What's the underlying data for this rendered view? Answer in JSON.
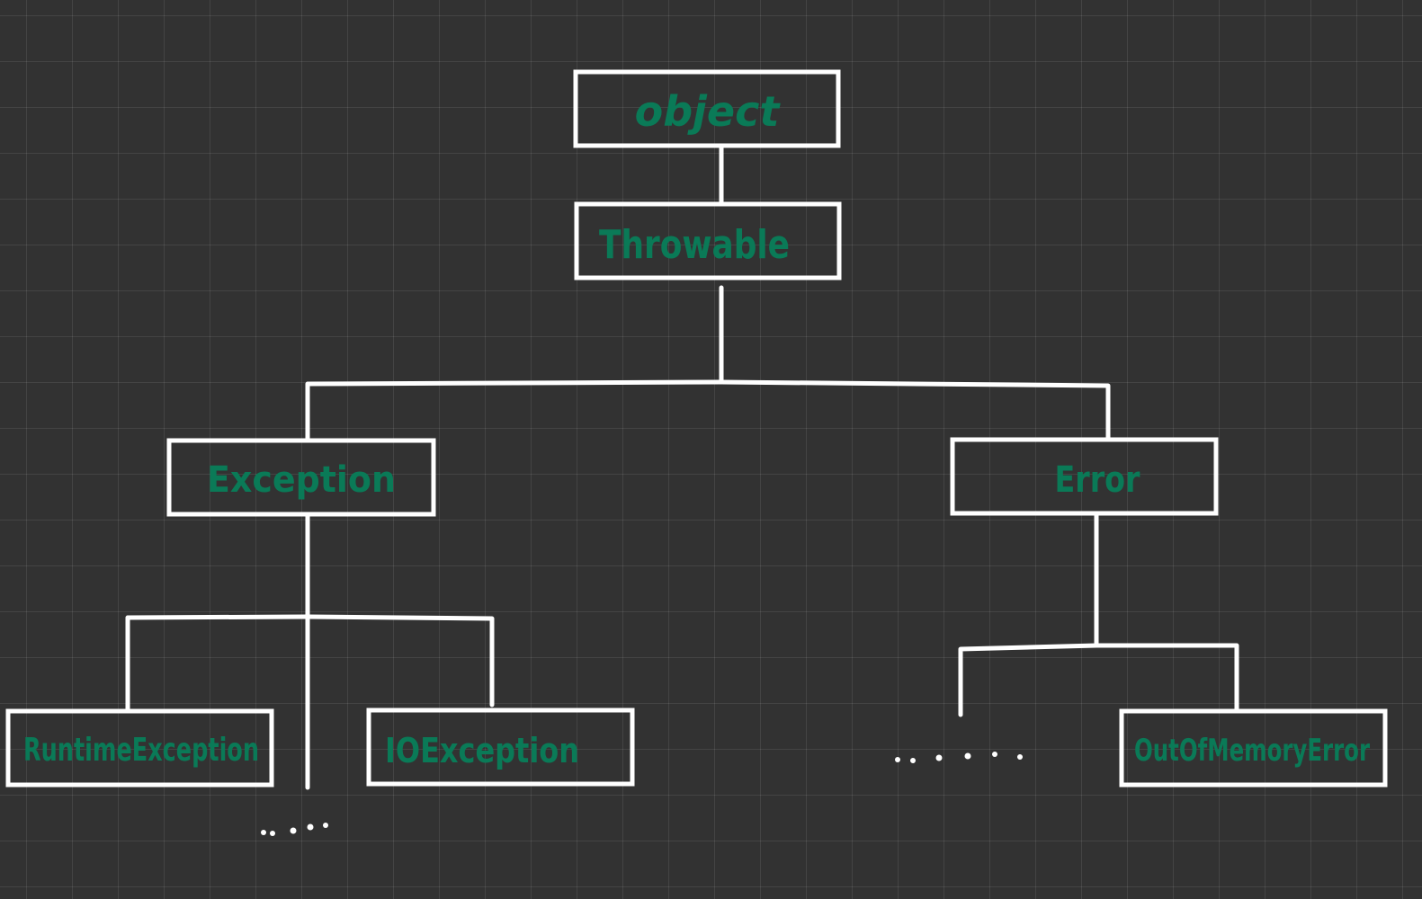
{
  "diagram": {
    "nodes": {
      "object": "object",
      "throwable": "Throwable",
      "exception": "Exception",
      "error": "Error",
      "runtime_exception": "RuntimeException",
      "io_exception": "IOException",
      "out_of_memory_error": "OutOfMemoryError"
    },
    "colors": {
      "background": "#323232",
      "lines": "#ffffff",
      "label_text": "#0a7a57"
    }
  }
}
